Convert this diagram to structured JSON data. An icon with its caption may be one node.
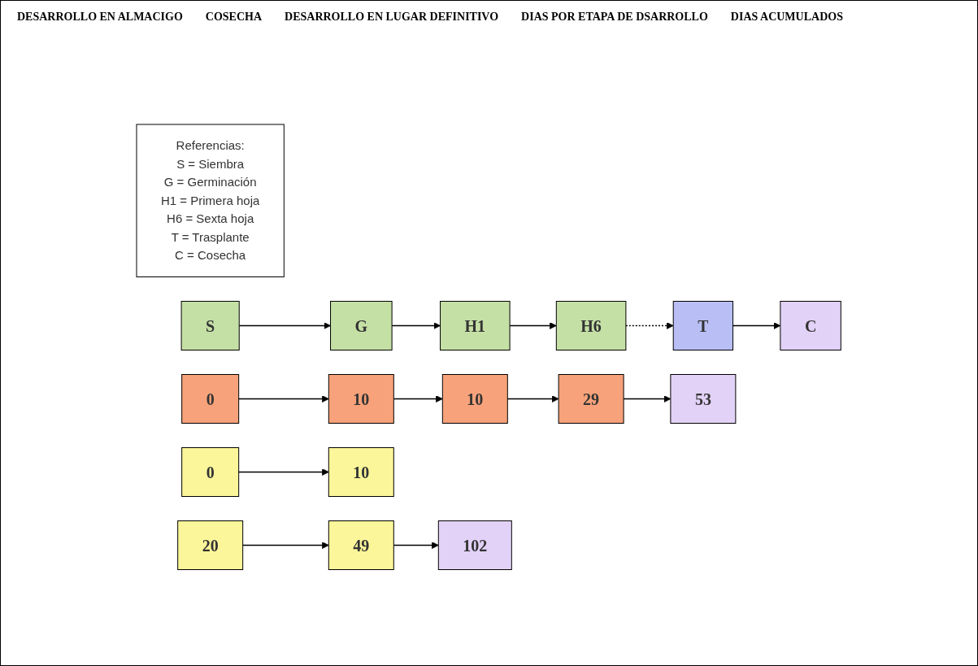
{
  "diagram": {
    "nodes": [
      {
        "text": [
          "Referencias:",
          "S = Siembra",
          "G = Germinación",
          "H1 = Primera hoja",
          "H6 = Sexta hoja",
          "T = Trasplante",
          "C = Cosecha"
        ]
      },
      {
        "text": [
          "S"
        ]
      },
      {
        "text": [
          "G"
        ]
      },
      {
        "text": [
          "H1"
        ]
      },
      {
        "text": [
          "H6"
        ]
      },
      {
        "text": [
          "T"
        ]
      },
      {
        "text": [
          "C"
        ]
      },
      {
        "text": [
          "0"
        ]
      },
      {
        "text": [
          "10"
        ]
      },
      {
        "text": [
          "10"
        ]
      },
      {
        "text": [
          "29"
        ]
      },
      {
        "text": [
          "53"
        ]
      },
      {
        "text": [
          "0"
        ]
      },
      {
        "text": [
          "10"
        ]
      },
      {
        "text": [
          "20"
        ]
      },
      {
        "text": [
          "49"
        ]
      },
      {
        "text": [
          "102"
        ]
      }
    ],
    "edges": [
      {
        "from": 1,
        "to": 2,
        "arrow": "to"
      },
      {
        "from": 2,
        "to": 3,
        "arrow": "to"
      },
      {
        "from": 3,
        "to": 4,
        "arrow": "to"
      },
      {
        "from": 4,
        "to": 5,
        "arrow": "to",
        "style": "dashed"
      },
      {
        "from": 5,
        "to": 6,
        "arrow": "to"
      },
      {
        "from": 7,
        "to": 8,
        "arrow": "to"
      },
      {
        "from": 8,
        "to": 9,
        "arrow": "to"
      },
      {
        "from": 9,
        "to": 10,
        "arrow": "to"
      },
      {
        "from": 10,
        "to": 11,
        "arrow": "to"
      },
      {
        "from": 12,
        "to": 13,
        "arrow": "to"
      },
      {
        "from": 14,
        "to": 15,
        "arrow": "to"
      },
      {
        "from": 15,
        "to": 16,
        "arrow": "to"
      }
    ],
    "labels": [
      "DESARROLLO EN ALMACIGO",
      "COSECHA",
      "DESARROLLO EN LUGAR DEFINITIVO",
      "DIAS POR ETAPA DE DSARROLLO",
      "DIAS ACUMULADOS"
    ]
  }
}
